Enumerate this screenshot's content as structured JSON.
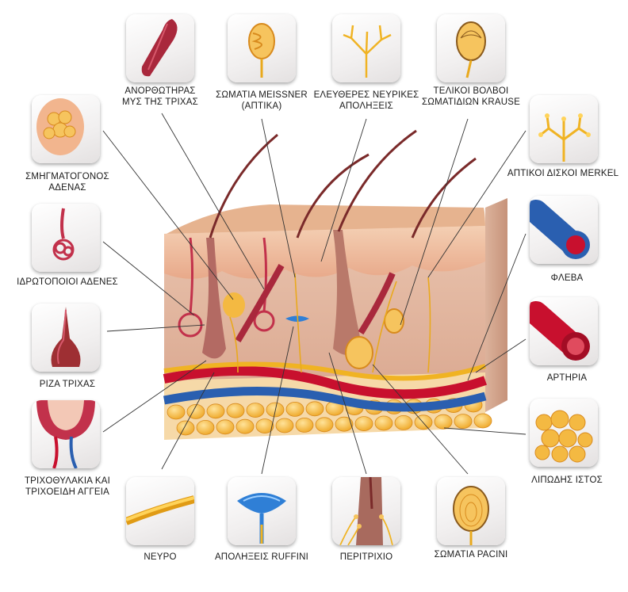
{
  "labels": {
    "arrector_muscle": [
      "ΑΝΟΡΘΩΤΗΡΑΣ",
      "ΜΥΣ ΤΗΣ ΤΡΙΧΑΣ"
    ],
    "meissner": [
      "ΣΩΜΑΤΙΑ MEISSNER",
      "(ΑΠΤΙΚΑ)"
    ],
    "free_nerve_endings": [
      "ΕΛΕΥΘΕΡΕΣ ΝΕΥΡΙΚΕΣ",
      "ΑΠΟΛΗΞΕΙΣ"
    ],
    "krause": [
      "ΤΕΛΙΚΟΙ ΒΟΛΒΟΙ",
      "ΣΩΜΑΤΙΔΙΩΝ KRAUSE"
    ],
    "sebaceous_gland": [
      "ΣΜΗΓΜΑΤΟΓΟΝΟΣ",
      "ΑΔΕΝΑΣ"
    ],
    "merkel": [
      "ΑΠΤΙΚΟΙ ΔΙΣΚΟΙ MERKEL"
    ],
    "sweat_glands": [
      "ΙΔΡΩΤΟΠΟΙΟΙ ΑΔΕΝΕΣ"
    ],
    "vein": [
      "ΦΛΕΒΑ"
    ],
    "hair_root": [
      "ΡΙΖΑ ΤΡΙΧΑΣ"
    ],
    "artery": [
      "ΑΡΤΗΡΙΑ"
    ],
    "follicle_capillaries": [
      "ΤΡΙΧΟΘΥΛΑΚΙΑ ΚΑΙ",
      "ΤΡΙΧΟΕΙΔΗ ΑΓΓΕΙΑ"
    ],
    "adipose": [
      "ΛΙΠΩΔΗΣ ΙΣΤΟΣ"
    ],
    "nerve": [
      "ΝΕΥΡΟ"
    ],
    "ruffini": [
      "ΑΠΟΛΗΞΕΙΣ RUFFINI"
    ],
    "hair_plexus": [
      "ΠΕΡΙΤΡΙΧΙΟ"
    ],
    "pacini": [
      "ΣΩΜΑΤΙΑ PACINI"
    ]
  },
  "icons": {
    "arrector_muscle": "muscle-icon",
    "meissner": "meissner-corpuscle-icon",
    "free_nerve_endings": "nerve-endings-icon",
    "krause": "krause-bulb-icon",
    "sebaceous_gland": "gland-icon",
    "merkel": "merkel-disc-icon",
    "sweat_glands": "sweat-gland-icon",
    "vein": "vein-icon",
    "hair_root": "hair-root-icon",
    "artery": "artery-icon",
    "follicle_capillaries": "follicle-icon",
    "adipose": "fat-cells-icon",
    "nerve": "nerve-icon",
    "ruffini": "ruffini-ending-icon",
    "hair_plexus": "hair-plexus-icon",
    "pacini": "pacinian-corpuscle-icon"
  },
  "colors": {
    "vein": "#2a5fb0",
    "artery": "#c8102e",
    "nerve": "#f0b323",
    "fat": "#f4b942",
    "muscle": "#a9283c",
    "skin": "#e8b99a"
  }
}
